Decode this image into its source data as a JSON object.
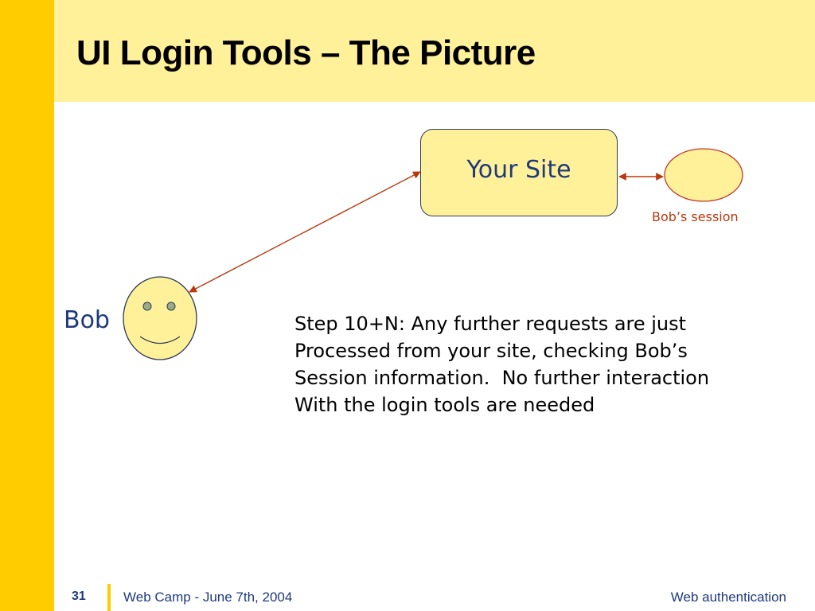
{
  "slide": {
    "title": "UI Login Tools – The Picture"
  },
  "diagram": {
    "site_label": "Your Site",
    "session_caption": "Bob’s session",
    "user_label": "Bob"
  },
  "step_text": {
    "lines": [
      "Step 10+N: Any further requests are just",
      "Processed from your site, checking Bob’s",
      "Session information.  No further interaction",
      "With the login tools are needed"
    ]
  },
  "footer": {
    "slide_number": "31",
    "event": "Web Camp - June 7th, 2004",
    "topic": "Web authentication"
  },
  "colors": {
    "accent_bar": "#ffcc00",
    "title_band": "#fff09a",
    "label_text": "#1f3a7a",
    "arrow": "#b8390e"
  }
}
